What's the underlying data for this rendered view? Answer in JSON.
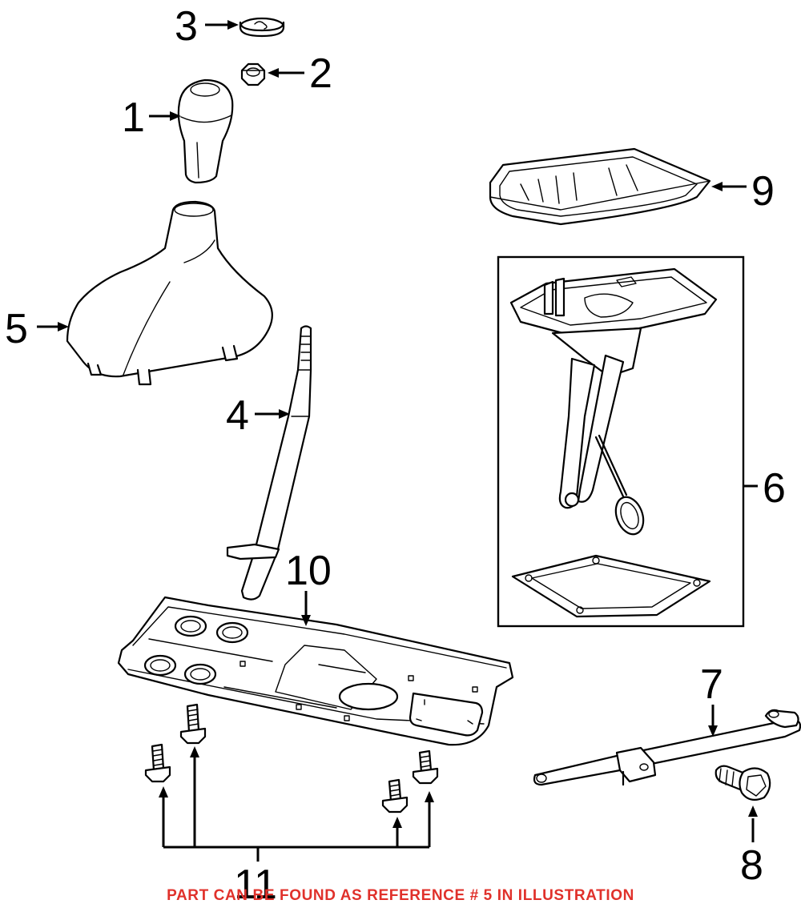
{
  "callouts": {
    "c1": "1",
    "c2": "2",
    "c3": "3",
    "c4": "4",
    "c5": "5",
    "c6": "6",
    "c7": "7",
    "c8": "8",
    "c9": "9",
    "c10": "10",
    "c11": "11"
  },
  "footer_note": "PART CAN BE FOUND AS REFERENCE # 5 IN ILLUSTRATION",
  "colors": {
    "note": "#e0312b",
    "lines": "#000000",
    "background": "#ffffff"
  }
}
